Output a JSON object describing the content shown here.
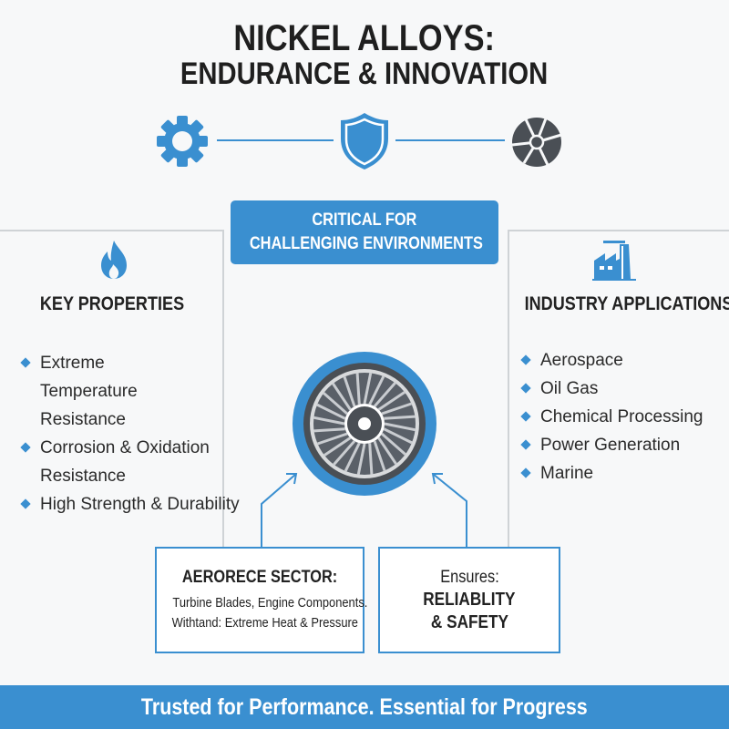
{
  "title": {
    "line1": "NICKEL ALLOYS:",
    "line2": "ENDURANCE & INNOVATION"
  },
  "icons": {
    "left": "gear-icon",
    "center": "shield-icon",
    "right": "turbine-fan-icon"
  },
  "critical_banner": {
    "line1": "CRITICAL FOR",
    "line2": "CHALLENGING ENVIRONMENTS"
  },
  "key_properties": {
    "icon": "flame-icon",
    "heading": "KEY PROPERTIES",
    "items": [
      "Extreme Temperature Resistance",
      "Corrosion & Oxidation Resistance",
      "High Strength & Durability"
    ]
  },
  "industry_applications": {
    "icon": "factory-icon",
    "heading": "INDUSTRY APPLICATIONS",
    "items": [
      "Aerospace",
      "Oil Gas",
      "Chemical Processing",
      "Power Generation",
      "Marine"
    ]
  },
  "center_icon": "jet-engine-turbine-icon",
  "aerospace_box": {
    "heading": "AERORECE SECTOR:",
    "line1": "Turbine Blades, Engine Components.",
    "line2": "Withtand: Extreme Heat & Pressure"
  },
  "ensures_box": {
    "line1": "Ensures:",
    "line2": "RELIABLITY",
    "line3": "& SAFETY"
  },
  "footer": {
    "text": "Trusted for Performance. Essential for Progress"
  },
  "colors": {
    "accent": "#3a8fd0",
    "dark": "#4a4f55",
    "text": "#222222"
  }
}
